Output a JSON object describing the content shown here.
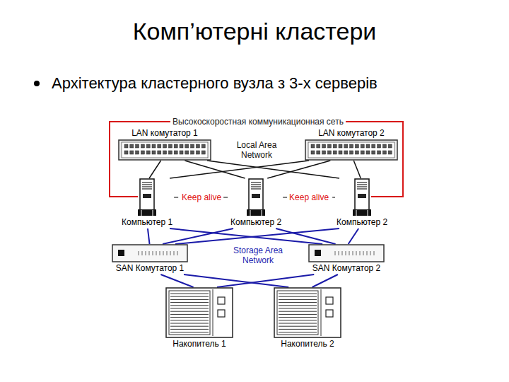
{
  "diagram": {
    "title": "Комп’ютерні кластери",
    "nodes": [
      {
        "text": [
          "LAN комутатор 1"
        ]
      },
      {
        "text": [
          "LAN комутатор 2"
        ]
      },
      {
        "text": [
          "Компьютер 1"
        ]
      },
      {
        "text": [
          "Компьютер 2"
        ]
      },
      {
        "text": [
          "Компьютер 2"
        ]
      },
      {
        "text": [
          "SAN Комутатор 1"
        ]
      },
      {
        "text": [
          "SAN Комутатор 2"
        ]
      },
      {
        "text": [
          "Накопитель 1"
        ]
      },
      {
        "text": [
          "Накопитель 2"
        ]
      }
    ],
    "edges": [
      {
        "from": 0,
        "to": 2,
        "arrow": "none"
      },
      {
        "from": 0,
        "to": 3,
        "arrow": "none"
      },
      {
        "from": 0,
        "to": 4,
        "arrow": "none"
      },
      {
        "from": 1,
        "to": 2,
        "arrow": "none"
      },
      {
        "from": 1,
        "to": 3,
        "arrow": "none"
      },
      {
        "from": 1,
        "to": 4,
        "arrow": "none"
      },
      {
        "from": 2,
        "to": 3,
        "label": "Keep alive",
        "arrow": "none"
      },
      {
        "from": 3,
        "to": 4,
        "label": "Keep alive",
        "arrow": "none"
      },
      {
        "from": 2,
        "to": 5,
        "arrow": "none"
      },
      {
        "from": 2,
        "to": 6,
        "arrow": "none"
      },
      {
        "from": 3,
        "to": 5,
        "arrow": "none"
      },
      {
        "from": 3,
        "to": 6,
        "arrow": "none"
      },
      {
        "from": 4,
        "to": 5,
        "arrow": "none"
      },
      {
        "from": 4,
        "to": 6,
        "arrow": "none"
      },
      {
        "from": 5,
        "to": 7,
        "arrow": "none"
      },
      {
        "from": 5,
        "to": 8,
        "arrow": "none"
      },
      {
        "from": 6,
        "to": 7,
        "arrow": "none"
      },
      {
        "from": 6,
        "to": 8,
        "arrow": "none"
      }
    ],
    "labels": [
      "Архітектура кластерного вузла з 3-х серверів",
      "Высокоскоростная коммуникационная сеть",
      "Local Area Network",
      "Storage Area Network"
    ]
  }
}
